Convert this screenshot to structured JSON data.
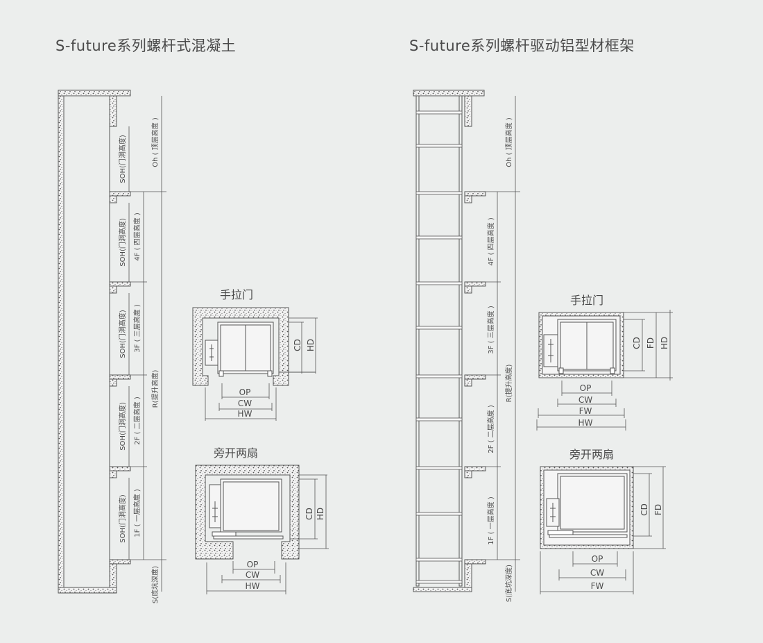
{
  "left": {
    "title": "S-future系列螺杆式混凝土",
    "soh": [
      "SOH(门洞高度)",
      "SOH(门洞高度)",
      "SOH(门洞高度)",
      "SOH(门洞高度)",
      "SOH(门洞高度)"
    ],
    "floors": [
      "4F ( 四层高度 )",
      "3F ( 三层高度 )",
      "2F ( 二层高度 )",
      "1F ( 一层高度 )"
    ],
    "oh": "Oh ( 顶层高度 )",
    "r": "R(提升高度)",
    "s": "S(底坑深度)",
    "plan1": {
      "title": "手拉门",
      "cd": "CD",
      "hd": "HD",
      "op": "OP",
      "cw": "CW",
      "hw": "HW"
    },
    "plan2": {
      "title": "旁开两扇",
      "cd": "CD",
      "hd": "HD",
      "op": "OP",
      "cw": "CW",
      "hw": "HW"
    }
  },
  "right": {
    "title": "S-future系列螺杆驱动铝型材框架",
    "floors": [
      "4F ( 四层高度 )",
      "3F ( 三层高度 )",
      "2F ( 二层高度 )",
      "1F ( 一层高度 )"
    ],
    "oh": "Oh ( 顶层高度 )",
    "r": "R(提升高度)",
    "s": "S(底坑深度)",
    "plan1": {
      "title": "手拉门",
      "cd": "CD",
      "fd": "FD",
      "hd": "HD",
      "op": "OP",
      "cw": "CW",
      "fw": "FW",
      "hw": "HW"
    },
    "plan2": {
      "title": "旁开两扇",
      "cd": "CD",
      "fd": "FD",
      "op": "OP",
      "cw": "CW",
      "fw": "FW"
    }
  },
  "colors": {
    "background": "#eceeed",
    "line": "#555555",
    "concrete": "#cfcfcf"
  }
}
